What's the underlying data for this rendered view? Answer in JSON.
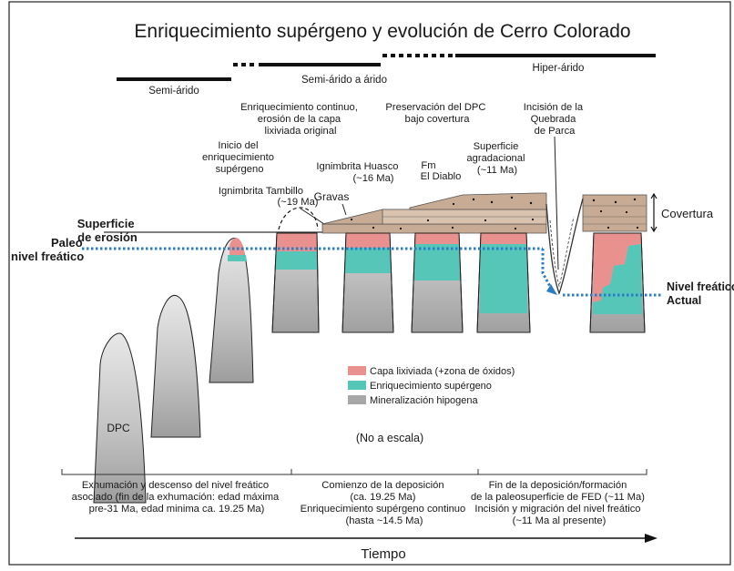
{
  "title": "Enriquecimiento supérgeno y evolución de Cerro Colorado",
  "climate": {
    "semi_arido": "Semi-árido",
    "semi_arido_a_arido": "Semi-árido a árido",
    "hiper_arido": "Hiper-árido"
  },
  "annotations": {
    "enriquecimiento_continuo": [
      "Enriquecimiento continuo,",
      "erosión de la capa",
      "lixiviada original"
    ],
    "preservacion": [
      "Preservación del DPC",
      "bajo covertura"
    ],
    "incision": [
      "Incisión de la",
      "Quebrada",
      "de Parca"
    ],
    "inicio": [
      "Inicio del",
      "enriquecimiento",
      "supérgeno"
    ],
    "huasco": [
      "Ignimbrita Huasco",
      "(~16 Ma)"
    ],
    "fm_diablo": [
      "Fm",
      "El Diablo"
    ],
    "superficie_agradacional": [
      "Superficie",
      "agradacional",
      "(~11 Ma)"
    ],
    "tambillo": [
      "Ignimbrita Tambillo",
      "(~19 Ma)"
    ],
    "gravas": "Gravas",
    "covertura": "Covertura",
    "superficie_erosion": [
      "Superficie",
      "de erosión"
    ],
    "paleo_nivel": [
      "Paleo",
      "nivel freático"
    ],
    "nivel_actual": [
      "Nivel freático",
      "Actual"
    ],
    "dpc": "DPC",
    "no_escala": "(No a escala)"
  },
  "legend": [
    {
      "label": "Capa lixiviada (+zona de óxidos)",
      "color": "#e8918f"
    },
    {
      "label": "Enriquecimiento supérgeno",
      "color": "#55c6b8"
    },
    {
      "label": "Mineralización hipogena",
      "color": "#a7a7a7"
    }
  ],
  "colors": {
    "leached": "#e8918f",
    "enriched": "#55c6b8",
    "hypogene": "#a7a7a7",
    "cover": "#c8ab94",
    "water_table": "#2a7cc4"
  },
  "phases": [
    [
      "Exhumación y descenso del nivel freático",
      "asociado (fin de la exhumación: edad máxima",
      "pre-31 Ma, edad minima ca. 19.25 Ma)"
    ],
    [
      "Comienzo de la deposición",
      "(ca. 19.25 Ma)",
      "Enriquecimiento supérgeno continuo",
      "(hasta ~14.5 Ma)"
    ],
    [
      "Fin de la deposición/formación",
      "de la paleosuperficie de FED (~11 Ma)",
      "Incisión y migración del nivel freático",
      "(~11 Ma al presente)"
    ]
  ],
  "time_label": "Tiempo"
}
